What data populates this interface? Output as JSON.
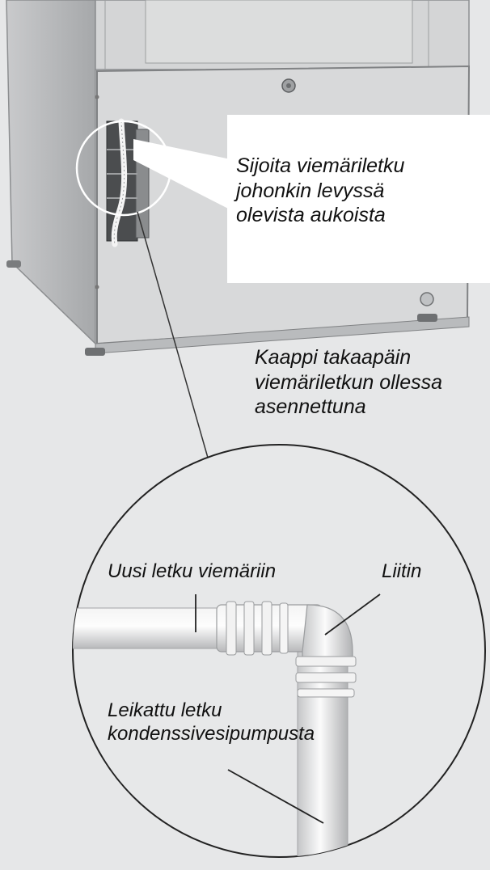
{
  "callout": {
    "lines": [
      "Sijoita viemäriletku",
      "johonkin levyssä",
      "olevista aukoista"
    ]
  },
  "caption": {
    "lines": [
      "Kaappi takaapäin",
      "viemäriletkun ollessa",
      "asennettuna"
    ]
  },
  "detail_labels": {
    "new_hose": "Uusi letku viemäriin",
    "connector": "Liitin",
    "cut_hose_lines": [
      "Leikattu letku",
      "kondenssivesipumpusta"
    ]
  },
  "colors": {
    "background": "#e6e7e8",
    "cabinet_light": "#d9dadb",
    "cabinet_dark": "#a9abad",
    "callout_box": "#ffffff",
    "text": "#111111"
  }
}
